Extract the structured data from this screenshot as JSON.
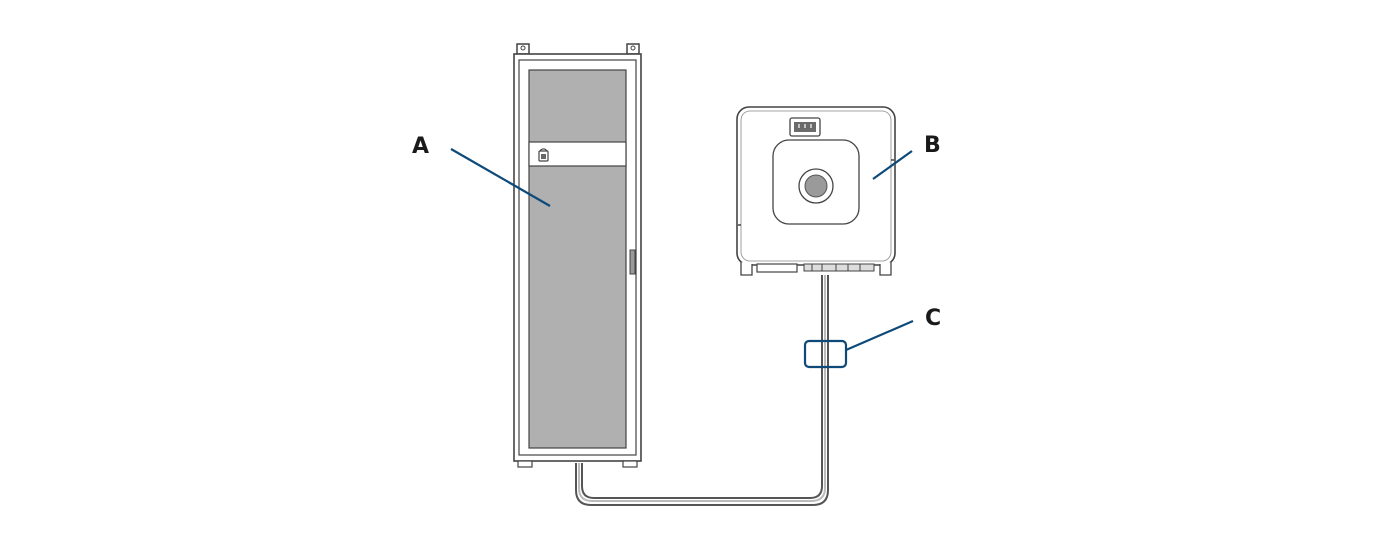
{
  "labels": {
    "a": "A",
    "b": "B",
    "c": "C"
  },
  "colors": {
    "leader_line": "#0d4a7a",
    "outline": "#444444",
    "cabinet_panel": "#b0b0b0",
    "inverter_body": "#ffffff"
  }
}
